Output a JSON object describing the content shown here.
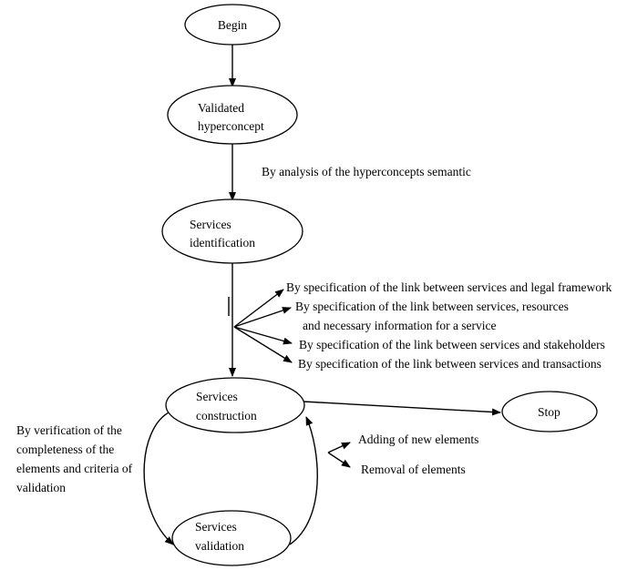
{
  "nodes": {
    "begin": "Begin",
    "validated_line1": "Validated",
    "validated_line2": "hyperconcept",
    "identification_line1": "Services",
    "identification_line2": "identification",
    "construction_line1": "Services",
    "construction_line2": "construction",
    "validation_line1": "Services",
    "validation_line2": "validation",
    "stop": "Stop"
  },
  "labels": {
    "analysis": "By analysis of the hyperconcepts semantic",
    "spec_legal": "By specification of the link between services and legal framework",
    "spec_resources_line1": "By specification of the link between services, resources",
    "spec_resources_line2": "and necessary information for a service",
    "spec_stakeholders": "By specification of the link between services and stakeholders",
    "spec_transactions": "By specification of the link between services and transactions",
    "verification_line1": "By verification of the",
    "verification_line2": "completeness of the",
    "verification_line3": "elements and criteria of",
    "verification_line4": "validation",
    "adding": "Adding of new elements",
    "removal": "Removal of elements"
  }
}
